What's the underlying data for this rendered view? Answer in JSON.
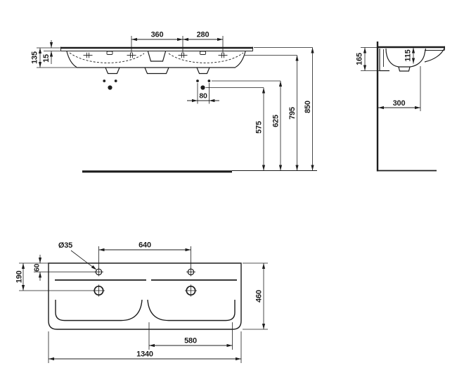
{
  "front": {
    "d360": "360",
    "d280": "280",
    "d135": "135",
    "d15": "15",
    "d80": "80",
    "d575": "575",
    "d625": "625",
    "d795": "795",
    "d850": "850"
  },
  "side": {
    "d165": "165",
    "d115": "115",
    "d300": "300"
  },
  "plan": {
    "dia": "Ø35",
    "d640": "640",
    "d60": "60",
    "d190": "190",
    "d460": "460",
    "d580": "580",
    "d1340": "1340"
  },
  "colors": {
    "line": "#1d1d1d",
    "background": "#ffffff"
  }
}
